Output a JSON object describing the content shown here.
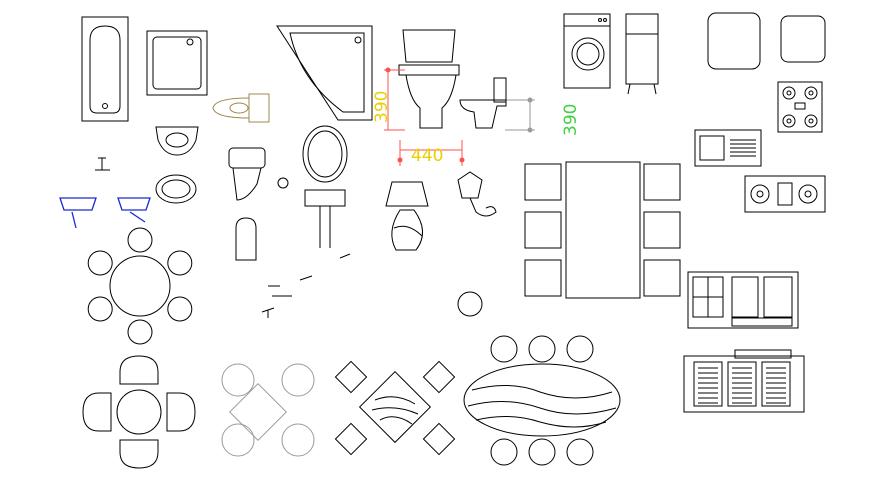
{
  "dimensions": {
    "width_label": "440",
    "height_label_left": "390",
    "height_label_right": "390"
  },
  "colors": {
    "line": "#000000",
    "dimension_yellow": "#e8d000",
    "dimension_green": "#40d040",
    "dimension_red": "#ff5050",
    "fixture_blue": "#1a2ad0",
    "outline_tan": "#a08850",
    "outline_gray": "#9a9a9a"
  },
  "blocks": [
    "bathtub-icon",
    "shower-tray-icon",
    "corner-bathtub-icon",
    "toilet-plan-icon",
    "toilet-front-icon",
    "toilet-side-icon",
    "washing-machine-icon",
    "refrigerator-icon",
    "cooktop-icon",
    "kitchen-sink-icon",
    "stove-icon",
    "wash-basin-icon",
    "round-dining-table-icon",
    "table-lamp-icon",
    "wall-lamp-icon",
    "rectangular-dining-table-icon",
    "oval-dining-table-icon",
    "cabinet-icon"
  ]
}
